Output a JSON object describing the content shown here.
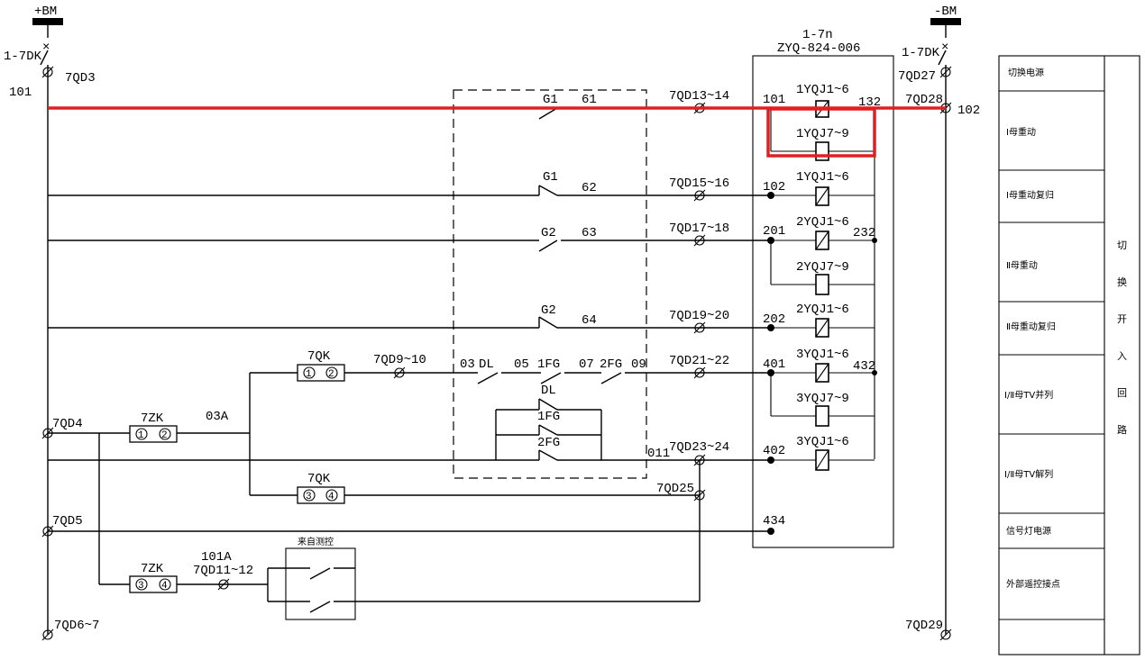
{
  "bus": {
    "plus": "+BM",
    "minus": "-BM",
    "breaker_left": "1-7DK",
    "breaker_right": "1-7DK",
    "x_mark": "×"
  },
  "terminals": {
    "qd3": "7QD3",
    "n101": "101",
    "qd27": "7QD27",
    "qd28": "7QD28",
    "n102": "102",
    "qd4": "7QD4",
    "qd5": "7QD5",
    "qd67": "7QD6~7",
    "qd29": "7QD29",
    "qd13": "7QD13~14",
    "qd15": "7QD15~16",
    "qd17": "7QD17~18",
    "qd19": "7QD19~20",
    "qd21": "7QD21~22",
    "qd23": "7QD23~24",
    "qd25": "7QD25",
    "qd910": "7QD9~10",
    "qd1112": "7QD11~12"
  },
  "contacts": {
    "g1a": "G1",
    "n61": "61",
    "g1b": "G1",
    "n62": "62",
    "g2a": "G2",
    "n63": "63",
    "g2b": "G2",
    "n64": "64",
    "n03": "03",
    "dl": "DL",
    "n05": "05",
    "fg1": "1FG",
    "n07": "07",
    "fg2": "2FG",
    "n09": "09",
    "dl2": "DL",
    "fg1b": "1FG",
    "fg2b": "2FG",
    "n011": "011"
  },
  "switches": {
    "qk_top": "7QK",
    "qk_top_1": "1",
    "qk_top_2": "2",
    "qk_bot": "7QK",
    "qk_bot_3": "3",
    "qk_bot_4": "4",
    "zk_top": "7ZK",
    "zk_top_1": "1",
    "zk_top_2": "2",
    "zk_bot": "7ZK",
    "zk_bot_3": "3",
    "zk_bot_4": "4",
    "n03a": "03A",
    "n101a": "101A",
    "local_remote": "来自测控"
  },
  "device": {
    "name": "1-7n",
    "model": "ZYQ-824-006",
    "nodes": {
      "n101": "101",
      "n132": "132",
      "n102": "102",
      "n201": "201",
      "n232": "232",
      "n202": "202",
      "n401": "401",
      "n432": "432",
      "n402": "402",
      "n434": "434"
    },
    "relays": {
      "r1": "1YQJ1~6",
      "r2": "1YQJ7~9",
      "r3": "1YQJ1~6",
      "r4": "2YQJ1~6",
      "r5": "2YQJ7~9",
      "r6": "2YQJ1~6",
      "r7": "3YQJ1~6",
      "r8": "3YQJ7~9",
      "r9": "3YQJ1~6"
    }
  },
  "side_table": {
    "rows": [
      "切换电源",
      "Ⅰ母重动",
      "Ⅰ母重动复归",
      "Ⅱ母重动",
      "Ⅱ母重动复归",
      "Ⅰ/Ⅱ母TV并列",
      "Ⅰ/Ⅱ母TV解列",
      "信号灯电源",
      "外部遥控接点"
    ],
    "vertical_title": [
      "切",
      "换",
      "开",
      "入",
      "回",
      "路"
    ]
  },
  "colors": {
    "highlight": "#e02020",
    "line": "#000000"
  }
}
